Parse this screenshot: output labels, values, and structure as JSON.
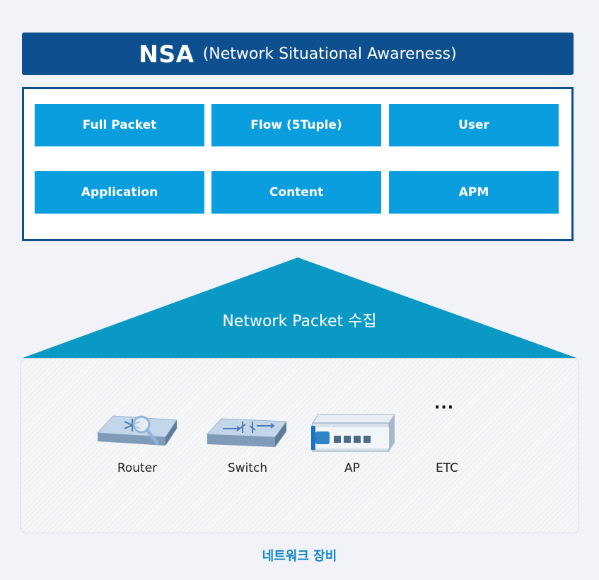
{
  "header": {
    "title": "NSA",
    "subtitle": "(Network Situational Awareness)"
  },
  "capabilities": [
    "Full Packet",
    "Flow (5Tuple)",
    "User",
    "Application",
    "Content",
    "APM"
  ],
  "collection_label": "Network Packet 수집",
  "devices": [
    {
      "label": "Router",
      "icon": "router-icon"
    },
    {
      "label": "Switch",
      "icon": "switch-icon"
    },
    {
      "label": "AP",
      "icon": "access-point-icon"
    },
    {
      "label": "ETC",
      "icon": "ellipsis-icon",
      "glyph": "···"
    }
  ],
  "footer_label": "네트워크 장비",
  "colors": {
    "header": "#0d4f8f",
    "tile": "#0a9ede",
    "triangle": "#0a98c4",
    "footer": "#1187c5"
  }
}
